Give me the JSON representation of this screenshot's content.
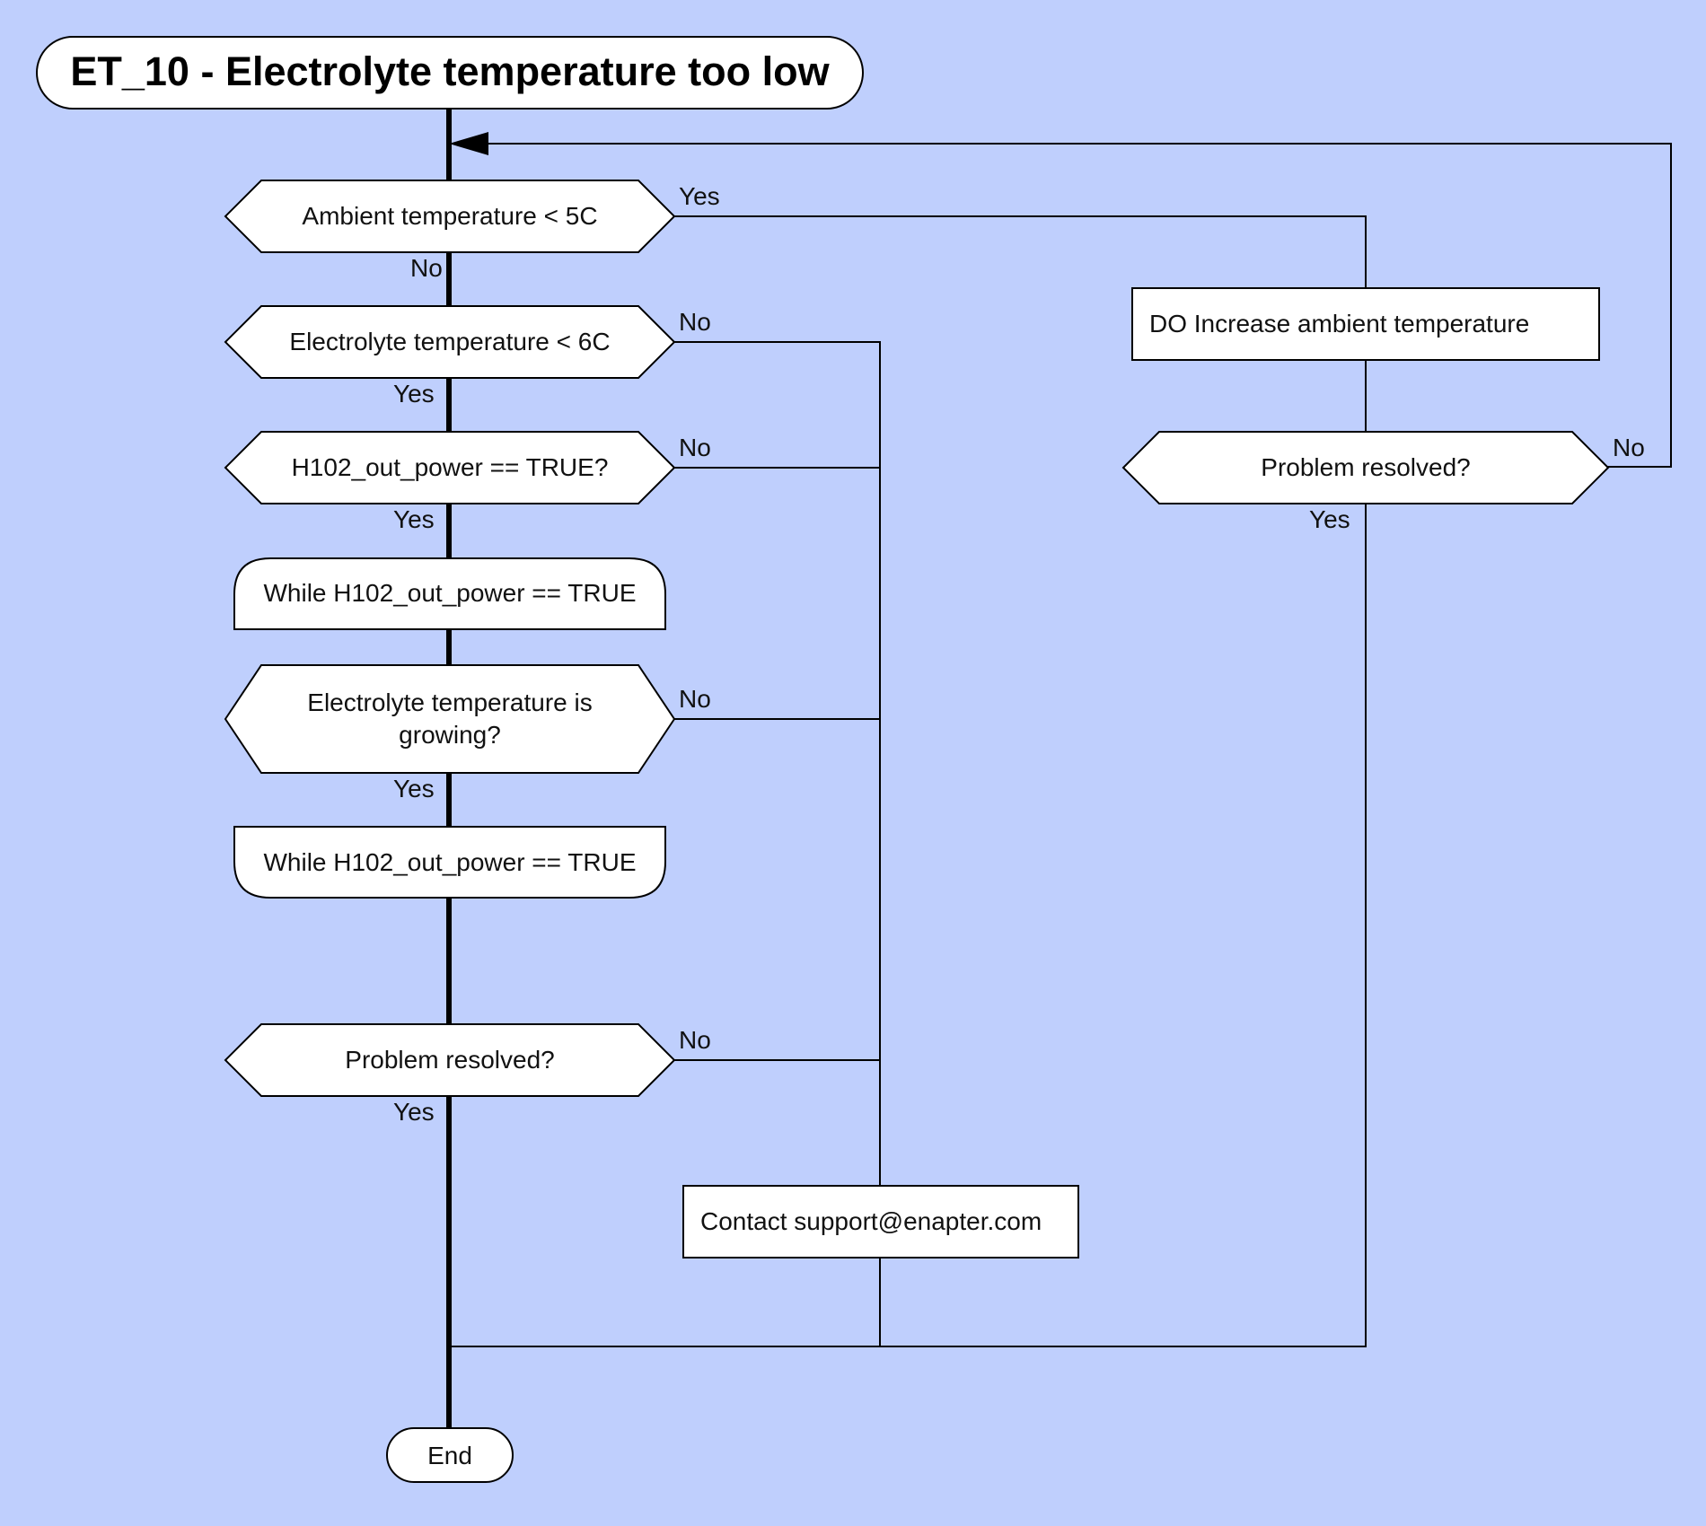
{
  "title": "ET_10 - Electrolyte temperature too low",
  "nodes": {
    "ambient_check": "Ambient temperature < 5C",
    "electrolyte_check": "Electrolyte temperature < 6C",
    "heater_check": "H102_out_power == TRUE?",
    "loop_start": "While H102_out_power == TRUE",
    "growing_check_line1": "Electrolyte temperature is",
    "growing_check_line2": "growing?",
    "loop_end": "While H102_out_power == TRUE",
    "resolved_left": "Problem resolved?",
    "increase_ambient": "DO Increase ambient temperature",
    "resolved_right": "Problem resolved?",
    "contact_support": "Contact support@enapter.com",
    "end": "End"
  },
  "branch_labels": {
    "ambient_yes": "Yes",
    "ambient_no": "No",
    "electrolyte_no": "No",
    "electrolyte_yes": "Yes",
    "heater_no": "No",
    "heater_yes": "Yes",
    "growing_no": "No",
    "growing_yes": "Yes",
    "resolved_left_no": "No",
    "resolved_left_yes": "Yes",
    "resolved_right_no": "No",
    "resolved_right_yes": "Yes"
  }
}
